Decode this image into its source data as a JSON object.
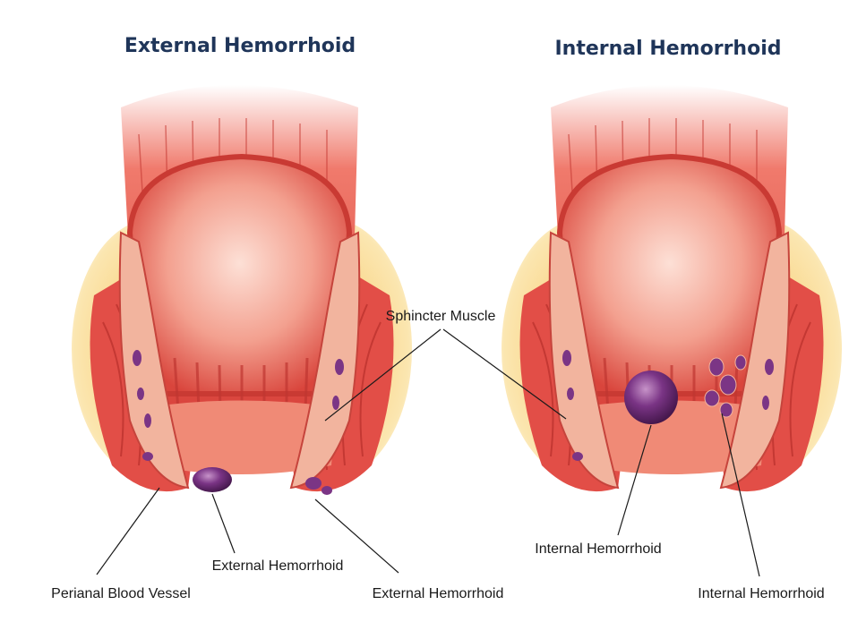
{
  "titles": {
    "external": "External Hemorrhoid",
    "internal": "Internal Hemorrhoid"
  },
  "labels": {
    "sphincter_muscle": "Sphincter Muscle",
    "perianal_blood_vessel": "Perianal Blood Vessel",
    "external_hemorrhoid_center": "External Hemorrhoid",
    "external_hemorrhoid_right": "External Hemorrhoid",
    "internal_hemorrhoid_center": "Internal Hemorrhoid",
    "internal_hemorrhoid_right": "Internal Hemorrhoid"
  },
  "colors": {
    "muscle": "#e8524d",
    "muscle_dark": "#b8322e",
    "lumen": "#f4a79a",
    "fat": "#f7d27a",
    "hemorrhoid": "#6b2a78",
    "title": "#1f3559"
  }
}
